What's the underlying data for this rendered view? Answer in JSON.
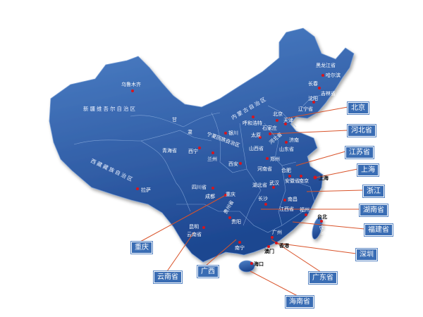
{
  "colors": {
    "land_light": "#4a7cc4",
    "land_dark": "#1d4690",
    "callout_bg": "#3a6db4",
    "leader": "#d9532a",
    "capital_dot": "#d8141c"
  },
  "regions": {
    "xinjiang": "新疆维吾尔自治区",
    "tibet": "西藏藏族自治区",
    "neimenggu": "内蒙古自治区",
    "ningxia": "宁夏回族自治区",
    "gan": "甘",
    "su": "肃",
    "qinghai": "青海省",
    "sichuan": "四川省",
    "guizhou": "贵州省",
    "yunnan": "云南省",
    "heilongjiang": "黑龙江省",
    "jilin": "吉林省",
    "liaoning": "辽宁省",
    "hebei": "河北省",
    "shanxi": "山西省",
    "shandong": "山东省",
    "henan": "河南省",
    "hubei": "湖北省",
    "anhui": "安徽省",
    "jiangxi": "江西省",
    "taiwan": "台湾"
  },
  "cities": {
    "urumqi": "乌鲁木齐",
    "lhasa": "拉萨",
    "xining": "西宁",
    "lanzhou": "兰州",
    "yinchuan": "银川",
    "hohhot": "呼和浩特",
    "beijing": "北京",
    "tianjin": "天津",
    "shijiazhuang": "石家庄",
    "taiyuan": "太原",
    "jinan": "济南",
    "zhengzhou": "郑州",
    "xian": "西安",
    "chengdu": "成都",
    "chongqing": "重庆",
    "guiyang": "贵阳",
    "kunming": "昆明",
    "nanning": "南宁",
    "guangzhou": "广州",
    "hongkong": "香港",
    "macau": "澳门",
    "haikou": "海口",
    "changsha": "长沙",
    "nanchang": "南昌",
    "fuzhou": "福州",
    "taipei": "台北",
    "wuhan": "武汉",
    "hefei": "合肥",
    "nanjing": "南京",
    "shanghai": "上海",
    "shenyang": "沈阳",
    "changchun": "长春",
    "harbin": "哈尔滨"
  },
  "callouts": {
    "beijing": "北京",
    "hebei": "河北省",
    "jiangsu": "江苏省",
    "shanghai": "上海",
    "zhejiang": "浙江",
    "hunan": "湖南省",
    "fujian": "福建省",
    "shenzhen": "深圳",
    "guangdong": "广东省",
    "hainan": "海南省",
    "yunnan": "云南省",
    "guangxi": "广西",
    "chongqing": "重庆"
  }
}
